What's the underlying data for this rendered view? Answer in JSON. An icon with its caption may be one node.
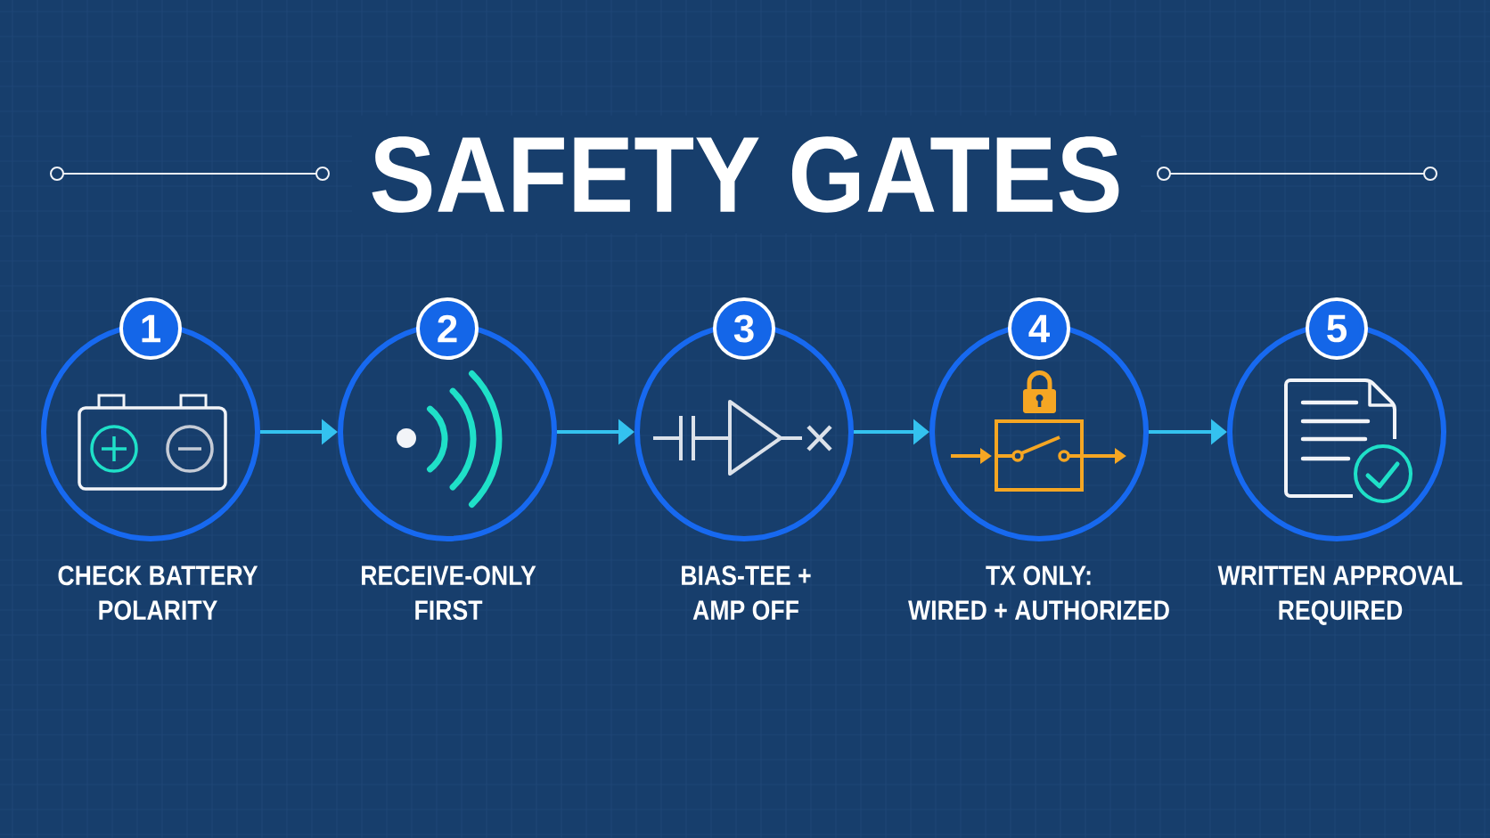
{
  "diagram": {
    "title": "SAFETY GATES",
    "nodes": [
      {
        "text": [
          "1"
        ]
      },
      {
        "text": [
          "CHECK BATTERY POLARITY"
        ]
      },
      {
        "text": [
          "2"
        ]
      },
      {
        "text": [
          "RECEIVE-ONLY FIRST"
        ]
      },
      {
        "text": [
          "3"
        ]
      },
      {
        "text": [
          "BIAS-TEE + AMP OFF"
        ]
      },
      {
        "text": [
          "4"
        ]
      },
      {
        "text": [
          "TX ONLY: WIRED + AUTHORIZED"
        ]
      },
      {
        "text": [
          "5"
        ]
      },
      {
        "text": [
          "WRITTEN APPROVAL REQUIRED"
        ]
      }
    ],
    "edges": [
      {
        "from": 1,
        "to": 3,
        "arrow": "to"
      },
      {
        "from": 3,
        "to": 5,
        "arrow": "to"
      },
      {
        "from": 5,
        "to": 7,
        "arrow": "to"
      },
      {
        "from": 7,
        "to": 9,
        "arrow": "to"
      }
    ]
  }
}
